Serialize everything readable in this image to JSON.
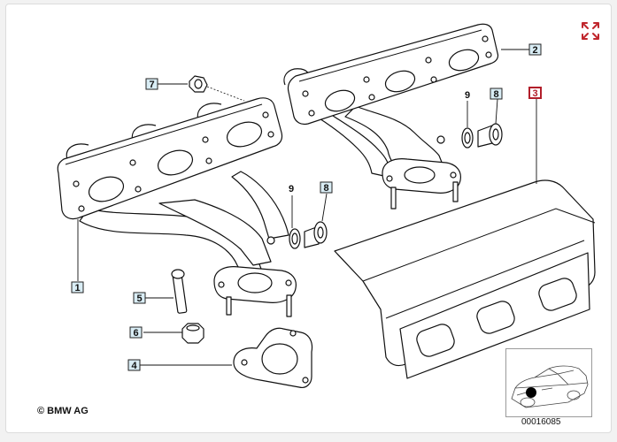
{
  "copyright": "© BMW AG",
  "drawing_number": "00016085",
  "callouts": [
    {
      "label": "1",
      "boxed": true,
      "highlighted": false
    },
    {
      "label": "2",
      "boxed": true,
      "highlighted": false
    },
    {
      "label": "3",
      "boxed": true,
      "highlighted": true
    },
    {
      "label": "4",
      "boxed": true,
      "highlighted": false
    },
    {
      "label": "5",
      "boxed": true,
      "highlighted": false
    },
    {
      "label": "6",
      "boxed": true,
      "highlighted": false
    },
    {
      "label": "7",
      "boxed": true,
      "highlighted": false
    },
    {
      "label": "8",
      "boxed": true,
      "highlighted": false
    },
    {
      "label": "8",
      "boxed": true,
      "highlighted": false
    },
    {
      "label": "9",
      "boxed": false,
      "highlighted": false
    },
    {
      "label": "9",
      "boxed": false,
      "highlighted": false
    }
  ],
  "icons": {
    "expand": "expand-arrows-icon"
  },
  "colors": {
    "callout_fill": "#d9edf5",
    "highlight": "#b21e2a",
    "expand_icon": "#c0262d"
  }
}
